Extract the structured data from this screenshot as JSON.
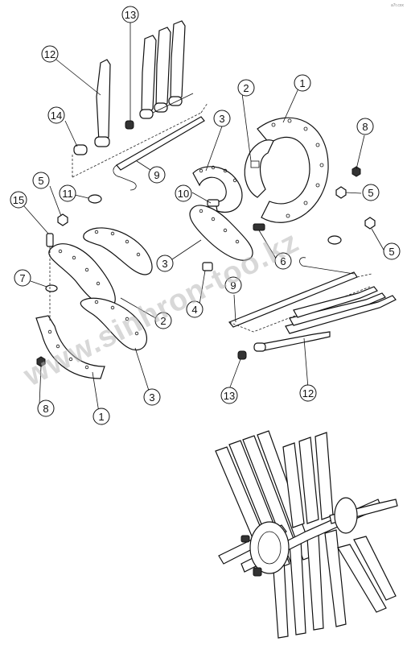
{
  "corner_mark": "a7r.cxx",
  "watermark": "www.sinhron-too.kz",
  "callouts": [
    {
      "label": "13"
    },
    {
      "label": "12"
    },
    {
      "label": "14"
    },
    {
      "label": "2"
    },
    {
      "label": "1"
    },
    {
      "label": "3"
    },
    {
      "label": "8"
    },
    {
      "label": "9"
    },
    {
      "label": "10"
    },
    {
      "label": "5"
    },
    {
      "label": "11"
    },
    {
      "label": "15"
    },
    {
      "label": "5"
    },
    {
      "label": "3"
    },
    {
      "label": "6"
    },
    {
      "label": "5"
    },
    {
      "label": "7"
    },
    {
      "label": "4"
    },
    {
      "label": "9"
    },
    {
      "label": "2"
    },
    {
      "label": "3"
    },
    {
      "label": "8"
    },
    {
      "label": "1"
    },
    {
      "label": "13"
    },
    {
      "label": "12"
    }
  ]
}
